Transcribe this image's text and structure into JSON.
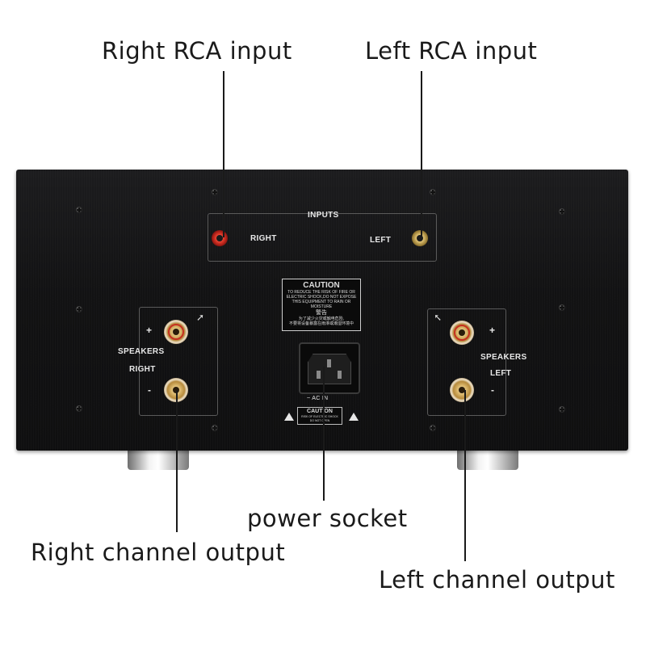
{
  "callouts": {
    "right_rca": "Right RCA input",
    "left_rca": "Left RCA input",
    "power_socket": "power socket",
    "right_channel": "Right channel output",
    "left_channel": "Left channel output"
  },
  "panel": {
    "inputs_title": "INPUTS",
    "input_right": "RIGHT",
    "input_left": "LEFT",
    "speakers_right_title": "SPEAKERS",
    "speakers_right_side": "RIGHT",
    "speakers_left_title": "SPEAKERS",
    "speakers_left_side": "LEFT",
    "plus": "+",
    "minus": "-",
    "caution_title": "CAUTION",
    "caution_line1": "TO REDUCE THE RISK OF FIRE OR",
    "caution_line2": "ELECTRIC SHOCK,DO NOT EXPOSE",
    "caution_line3": "THIS EQUIPMENT TO RAIN OR",
    "caution_line4": "MOISTURE",
    "caution_cn_title": "警告",
    "caution_cn_line1": "为了减少火灾或触电危险,",
    "caution_cn_line2": "不要将设备暴露在雨淋或潮湿环境中",
    "ac_in": "~ AC IN",
    "small_caution_title": "CAUTION",
    "small_caution_line1": "RISK OF ELECTRIC SHOCK",
    "small_caution_line2": "DO NOT OPEN"
  },
  "colors": {
    "panel": "#141415",
    "rca_right": "#e23a2a",
    "rca_left": "#d7b96a",
    "binding_post": "#d9b56a"
  }
}
